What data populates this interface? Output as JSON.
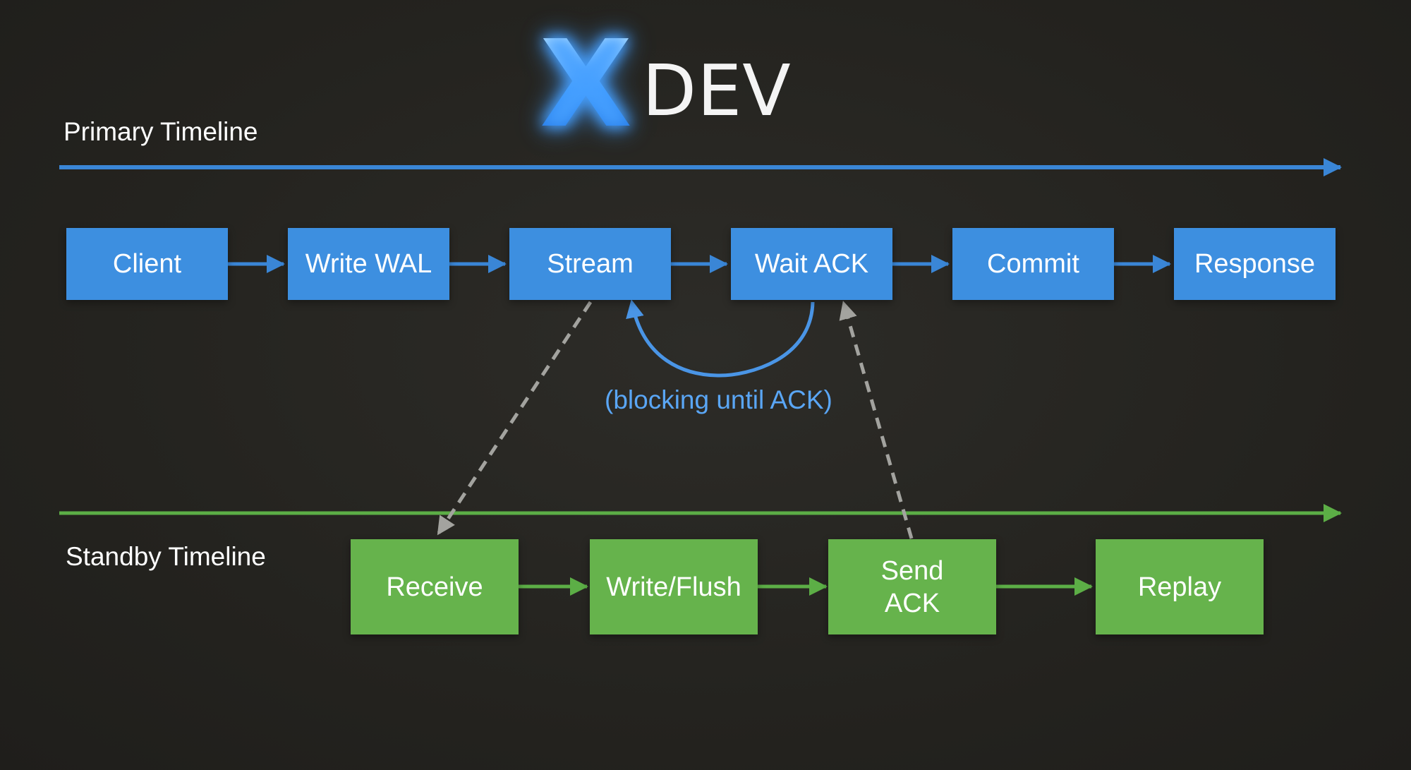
{
  "logo": {
    "mark": "X",
    "text": "DEV"
  },
  "primary": {
    "label": "Primary Timeline",
    "color": "#3d8fe0",
    "steps": [
      "Client",
      "Write WAL",
      "Stream",
      "Wait ACK",
      "Commit",
      "Response"
    ]
  },
  "standby": {
    "label": "Standby Timeline",
    "color": "#66b34c",
    "steps": [
      "Receive",
      "Write/Flush",
      "Send\nACK",
      "Replay"
    ]
  },
  "annotation": {
    "blocking": "(blocking until ACK)"
  },
  "colors": {
    "background": "#252420",
    "primary_line": "#3a86d6",
    "standby_line": "#5cae46",
    "dashed_link": "#9a9a96",
    "blocking_arc": "#4a95e6"
  }
}
